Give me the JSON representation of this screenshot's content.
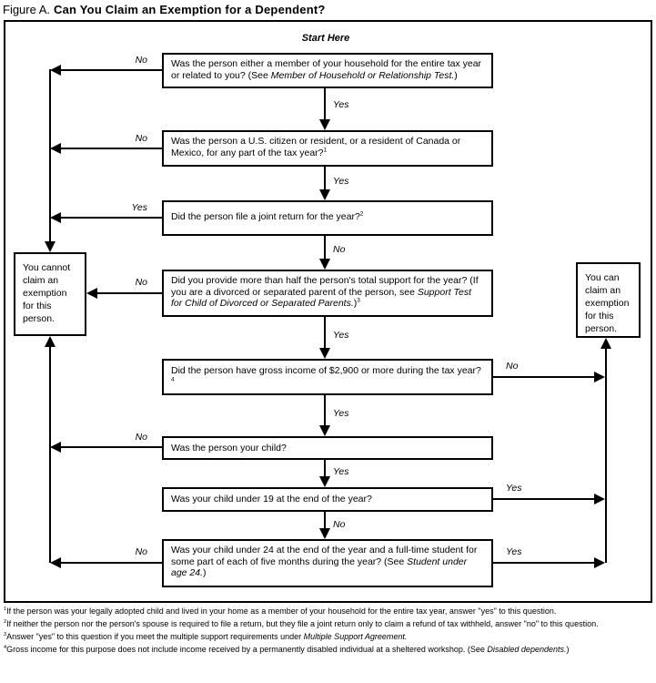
{
  "title": {
    "prefix": "Figure A.",
    "heading": "Can You Claim an Exemption for a Dependent?"
  },
  "flowchart": {
    "start_label": "Start Here",
    "questions": [
      {
        "segments": [
          {
            "text": "Was the person either a member of your household for the entire tax year or related to you? (See "
          },
          {
            "text": "Member of Household or Relationship Test.",
            "italic": true
          },
          {
            "text": ")"
          }
        ]
      },
      {
        "segments": [
          {
            "text": "Was the person a U.S. citizen or resident, or a resident of Canada or Mexico, for any part of the tax year?"
          },
          {
            "text": "1",
            "sup": true
          }
        ]
      },
      {
        "segments": [
          {
            "text": "Did the person file a joint return for the year?"
          },
          {
            "text": "2",
            "sup": true
          }
        ]
      },
      {
        "segments": [
          {
            "text": "Did you provide more than half the person's total support for the year? (If you are a divorced or separated parent of the person, see "
          },
          {
            "text": "Support Test for Child of Divorced or Separated Parents.",
            "italic": true
          },
          {
            "text": ")"
          },
          {
            "text": "3",
            "sup": true
          }
        ]
      },
      {
        "segments": [
          {
            "text": "Did the person have gross income of $2,900 or more during the tax year?"
          },
          {
            "text": "4",
            "sup": true
          }
        ]
      },
      {
        "segments": [
          {
            "text": "Was the person your child?"
          }
        ]
      },
      {
        "segments": [
          {
            "text": "Was your child under 19 at the end of the year?"
          }
        ]
      },
      {
        "segments": [
          {
            "text": "Was your child under 24 at the end of the year and a full-time student for some part of each of five months during the year? (See "
          },
          {
            "text": "Student under age 24.",
            "italic": true
          },
          {
            "text": ")"
          }
        ]
      }
    ],
    "branch_labels": {
      "q1_no": "No",
      "q1_yes": "Yes",
      "q2_no": "No",
      "q2_yes": "Yes",
      "q3_yes": "Yes",
      "q3_no": "No",
      "q4_no": "No",
      "q4_yes": "Yes",
      "q5_no": "No",
      "q5_yes": "Yes",
      "q6_no": "No",
      "q6_yes": "Yes",
      "q7_yes": "Yes",
      "q7_no": "No",
      "q8_no": "No",
      "q8_yes": "Yes"
    },
    "outcomes": {
      "negative": "You cannot claim an exemption for this person.",
      "positive": "You can claim an exemption for this person."
    }
  },
  "footnotes": [
    {
      "segments": [
        {
          "text": "1",
          "sup": true
        },
        {
          "text": "If the person was your legally adopted child and lived in your home as a member of your household for the entire tax year, answer \"yes\" to this question."
        }
      ]
    },
    {
      "segments": [
        {
          "text": "2",
          "sup": true
        },
        {
          "text": "If neither the person nor the person's spouse is required to file a return, but they file a joint return only to claim a refund of tax withheld, answer \"no\" to this question."
        }
      ]
    },
    {
      "segments": [
        {
          "text": "3",
          "sup": true
        },
        {
          "text": "Answer \"yes\" to this question if you meet the multiple support requirements under "
        },
        {
          "text": "Multiple Support Agreement.",
          "italic": true
        }
      ]
    },
    {
      "segments": [
        {
          "text": "4",
          "sup": true
        },
        {
          "text": "Gross income for this purpose does not include income received by a permanently disabled individual at a sheltered workshop. (See "
        },
        {
          "text": "Disabled dependents.",
          "italic": true
        },
        {
          "text": ")"
        }
      ]
    }
  ]
}
